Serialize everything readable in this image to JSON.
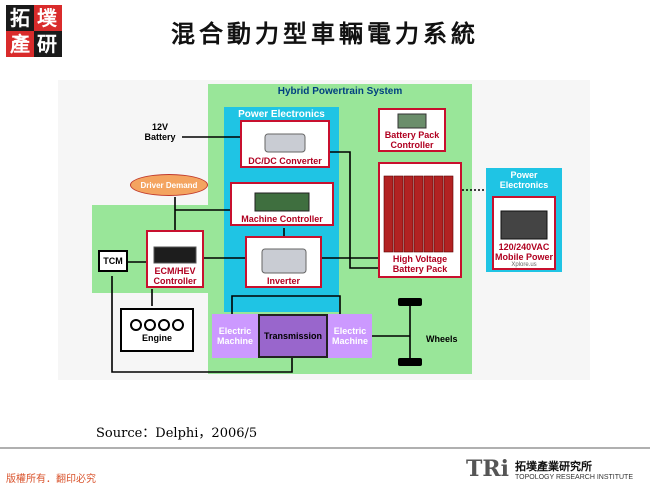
{
  "slide": {
    "title": "混合動力型車輛電力系統",
    "logo_chars": [
      "拓",
      "墣",
      "產",
      "研"
    ],
    "source": "Source：Delphi，2006/5",
    "copyright": "版權所有．翻印必究",
    "org_name_zh": "拓墣產業研究所",
    "org_name_en": "TOPOLOGY RESEARCH INSTITUTE",
    "org_mark": "TRi"
  },
  "diagram": {
    "system_title": "Hybrid Powertrain System",
    "power_electronics": "Power Electronics",
    "external_power_electronics": "Power Electronics",
    "battery_12v": "12V\nBattery",
    "driver_demand": "Driver Demand",
    "dcdc": "DC/DC Converter",
    "machine_controller": "Machine Controller",
    "battery_pack_controller": "Battery Pack Controller",
    "hv_battery": "High Voltage Battery Pack",
    "ecm_hev": "ECM/HEV Controller",
    "inverter": "Inverter",
    "tcm": "TCM",
    "engine": "Engine",
    "electric_machine_left": "Electric Machine",
    "transmission": "Transmission",
    "electric_machine_right": "Electric Machine",
    "wheels": "Wheels",
    "mobile_power": "120/240VAC Mobile Power",
    "mobile_power_small": "Xplore.us"
  },
  "colors": {
    "green": "#99e699",
    "cyan": "#1fc4e4",
    "purple": "#cc99ff",
    "red_border": "#c8102e",
    "orange": "#f4a460"
  }
}
